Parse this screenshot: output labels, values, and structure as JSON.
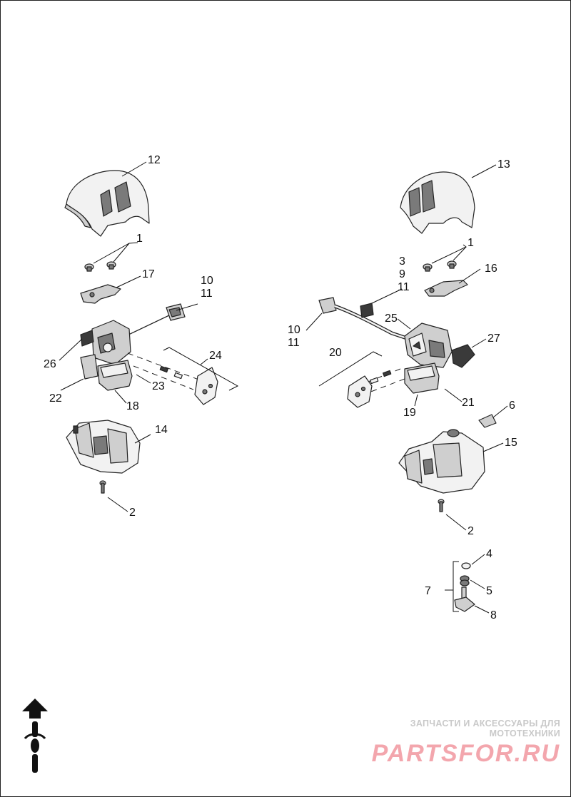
{
  "labels": {
    "l12": "12",
    "l13": "13",
    "l1a": "1",
    "l1b": "1",
    "l17": "17",
    "l16": "16",
    "l3": "3",
    "l9": "9",
    "l10a": "10",
    "l11a": "11",
    "l11b": "11",
    "l10b": "10",
    "l11c": "11",
    "l25": "25",
    "l27": "27",
    "l26": "26",
    "l24": "24",
    "l20": "20",
    "l22": "22",
    "l23": "23",
    "l18": "18",
    "l21": "21",
    "l19": "19",
    "l6": "6",
    "l14": "14",
    "l15": "15",
    "l2a": "2",
    "l2b": "2",
    "l4": "4",
    "l7": "7",
    "l5": "5",
    "l8": "8"
  },
  "watermark": {
    "tagline": "ЗАПЧАСТИ И АКСЕССУАРЫ ДЛЯ МОТОТЕХНИКИ",
    "brand": "PARTSFOR.RU"
  },
  "icons": [
    "forward-arrow-icon",
    "motorcycle-icon"
  ],
  "colors": {
    "line": "#222222",
    "watermark": "#f3a6ad"
  }
}
